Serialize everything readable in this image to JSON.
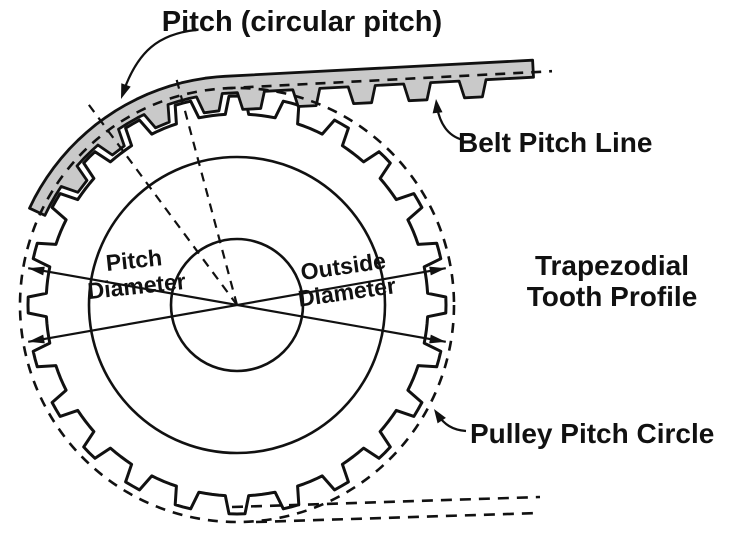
{
  "diagram": {
    "title": "Pitch (circular pitch)",
    "belt_pitch_line": "Belt Pitch Line",
    "tooth_profile": {
      "line1": "Trapezodial",
      "line2": "Tooth Profile"
    },
    "pitch_diameter": {
      "line1": "Pitch",
      "line2": "Diameter"
    },
    "outside_diameter": {
      "line1": "Outside",
      "line2": "Diameter"
    },
    "pulley_pitch_circle": "Pulley Pitch Circle",
    "colors": {
      "line": "#111111",
      "belt_fill": "#c9c9c9",
      "background": "#ffffff"
    }
  }
}
